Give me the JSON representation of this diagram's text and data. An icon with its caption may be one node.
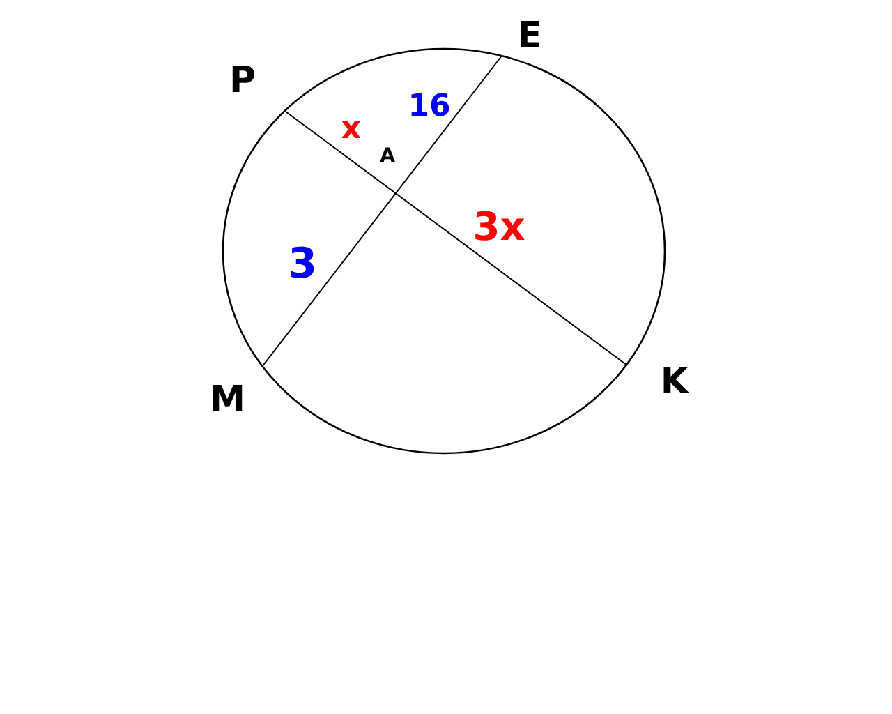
{
  "diagram": {
    "labels": [
      "P",
      "E",
      "x",
      "16",
      "A",
      "3",
      "3x",
      "M",
      "K"
    ]
  }
}
